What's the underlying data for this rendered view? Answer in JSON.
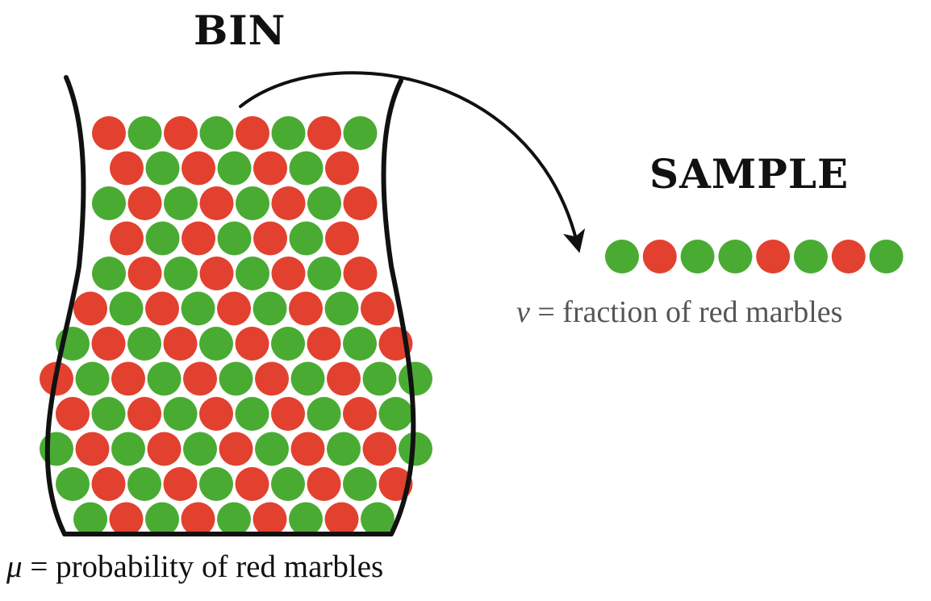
{
  "bin": {
    "title": "BIN",
    "caption_symbol": "μ",
    "caption_text": "= probability of red marbles",
    "rows": [
      "RGRGRGRG",
      "RGRGRGR",
      "GRGRGRGR",
      "RGRGRGR",
      "GRGRGRGR",
      "RGRGRGRGR",
      "GRGRGRGRGR",
      "RGRGRGRGRGG",
      "RGRGRGRGRG",
      "GRGRGRGRGRG",
      "GRGRGRGRGR",
      "GRGRGRGRG"
    ]
  },
  "sample": {
    "title": "SAMPLE",
    "caption_symbol": "ν",
    "caption_text": "= fraction of red marbles",
    "marbles": [
      "G",
      "R",
      "G",
      "G",
      "R",
      "G",
      "R",
      "G"
    ]
  },
  "colors": {
    "red": "#e2412f",
    "green": "#4aab33",
    "outline": "#111111",
    "sample_caption": "#555555"
  }
}
